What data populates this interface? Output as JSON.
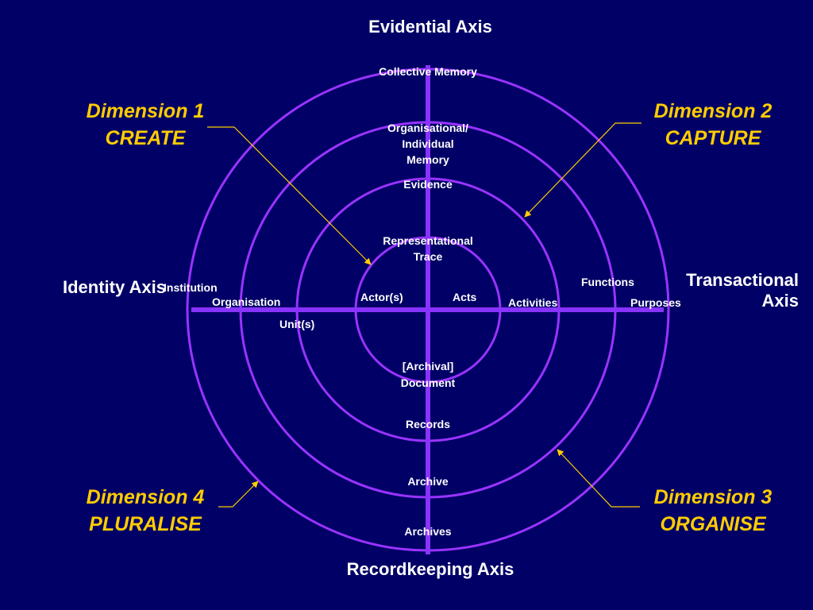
{
  "colors": {
    "background": "#000066",
    "circle": "#9933ff",
    "axis_line": "#8833ff",
    "dimension_text": "#ffcc00",
    "leader_line": "#ffcc00",
    "label_text": "#ffffff"
  },
  "axes": {
    "evidential": "Evidential Axis",
    "identity": "Identity Axis",
    "transactional_line1": "Transactional",
    "transactional_line2": "Axis",
    "recordkeeping": "Recordkeeping Axis"
  },
  "dimensions": {
    "d1": {
      "title": "Dimension 1",
      "action": "CREATE"
    },
    "d2": {
      "title": "Dimension 2",
      "action": "CAPTURE"
    },
    "d3": {
      "title": "Dimension 3",
      "action": "ORGANISE"
    },
    "d4": {
      "title": "Dimension 4",
      "action": "PLURALISE"
    }
  },
  "evidential_labels": {
    "collective_memory": "Collective Memory",
    "org_memory_line1": "Organisational/",
    "org_memory_line2": "Individual",
    "org_memory_line3": "Memory",
    "evidence": "Evidence",
    "trace_line1": "Representational",
    "trace_line2": "Trace"
  },
  "identity_labels": {
    "actors": "Actor(s)",
    "units": "Unit(s)",
    "organisation": "Organisation",
    "institution": "Institution"
  },
  "transactional_labels": {
    "acts": "Acts",
    "activities": "Activities",
    "functions": "Functions",
    "purposes": "Purposes"
  },
  "recordkeeping_labels": {
    "document_line1": "[Archival]",
    "document_line2": "Document",
    "records": "Records",
    "archive": "Archive",
    "archives": "Archives"
  }
}
